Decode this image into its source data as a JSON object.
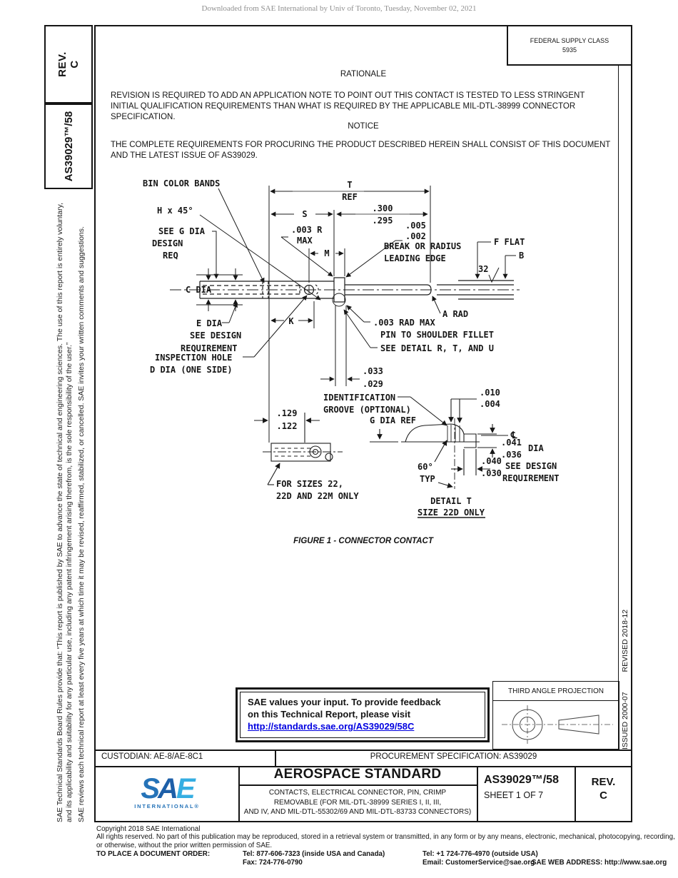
{
  "watermark": "Downloaded from SAE International by Univ of Toronto, Tuesday, November 02, 2021",
  "sidebar": {
    "rev_label": "REV.",
    "rev_value": "C",
    "doc_number": "AS39029™/58",
    "disclaimer_p1": "SAE Technical Standards Board Rules provide that: “This report is published by SAE to advance the state of technical and engineering sciences. The use of this report is entirely voluntary, and its applicability and suitability for any particular use, including any patent infringement arising therefrom, is the sole responsibility of the user.”",
    "disclaimer_p2": "SAE reviews each technical report at least every five years at which time it may be revised, reaffirmed, stabilized, or cancelled. SAE invites your written comments and suggestions."
  },
  "header": {
    "fsc_line1": "FEDERAL SUPPLY CLASS",
    "fsc_line2": "5935"
  },
  "rationale": {
    "title": "RATIONALE",
    "body": "REVISION IS REQUIRED TO ADD AN APPLICATION NOTE TO POINT OUT THIS CONTACT IS TESTED TO LESS STRINGENT INITIAL QUALIFICATION REQUIREMENTS THAN WHAT IS REQUIRED BY THE APPLICABLE MIL-DTL-38999 CONNECTOR SPECIFICATION."
  },
  "notice": {
    "title": "NOTICE",
    "body": "THE COMPLETE REQUIREMENTS FOR PROCURING THE PRODUCT DESCRIBED HEREIN SHALL CONSIST OF THIS DOCUMENT AND THE LATEST ISSUE OF AS39029."
  },
  "figure": {
    "caption": "FIGURE 1 - CONNECTOR CONTACT",
    "labels": {
      "bin": "BIN COLOR BANDS",
      "h45": "H x 45°",
      "seeg1": "SEE G DIA",
      "seeg2": "DESIGN",
      "seeg3": "REQ",
      "cdia": "C DIA",
      "t": "T",
      "ref": "REF",
      "s": "S",
      "d300": ".300",
      "d295": ".295",
      "r003a": ".003 R",
      "r003b": "MAX",
      "m": "M",
      "d005": ".005",
      "d002": ".002",
      "brk1": "BREAK OR RADIUS",
      "brk2": "LEADING EDGE",
      "fflat": "F FLAT",
      "b": "B",
      "n32": "32",
      "arad": "A RAD",
      "edia1": "E DIA",
      "edia2": "SEE DESIGN",
      "edia3": "REQUIREMENT",
      "k": "K",
      "insp1": "INSPECTION HOLE",
      "insp2": "D DIA (ONE SIDE)",
      "rad003a": ".003 RAD MAX",
      "rad003b": "PIN TO SHOULDER FILLET",
      "seedet": "SEE DETAIL R, T, AND U",
      "d033": ".033",
      "d029": ".029",
      "d129": ".129",
      "d122": ".122",
      "forsz1": "FOR SIZES 22,",
      "forsz2": "22D AND 22M ONLY",
      "ident1": "IDENTIFICATION",
      "ident2": "GROOVE (OPTIONAL)",
      "gdiaref": "G DIA REF",
      "d010": ".010",
      "d004": ".004",
      "clsym": "℄",
      "d041": ".041",
      "d036": ".036",
      "dia": "DIA",
      "seedes1": "SEE DESIGN",
      "seedes2": "REQUIREMENT",
      "d040": ".040",
      "d030": ".030",
      "deg60": "60°",
      "typ": "TYP",
      "dett1": "DETAIL T",
      "dett2": "SIZE 22D ONLY"
    }
  },
  "feedback": {
    "line1": "SAE values your input. To provide feedback",
    "line2": "on this Technical Report, please visit",
    "link": "http://standards.sae.org/AS39029/58C"
  },
  "projection": {
    "title": "THIRD ANGLE PROJECTION"
  },
  "revision_history": {
    "issued": "ISSUED 2000-07",
    "revised": "REVISED 2018-12"
  },
  "custodian_row": {
    "custodian": "CUSTODIAN: AE-8/AE-8C1",
    "procurement": "PROCUREMENT SPECIFICATION: AS39029"
  },
  "title_block": {
    "logo_s": "S",
    "logo_a": "A",
    "logo_e": "E",
    "logo_sub": "INTERNATIONAL®",
    "heading": "AEROSPACE STANDARD",
    "desc1": "CONTACTS, ELECTRICAL CONNECTOR, PIN, CRIMP",
    "desc2": "REMOVABLE (FOR MIL-DTL-38999 SERIES I, II, III,",
    "desc3": "AND IV, AND MIL-DTL-55302/69 AND MIL-DTL-83733 CONNECTORS)",
    "doc_number": "AS39029™/58",
    "sheet": "SHEET 1 OF 7",
    "rev_label": "REV.",
    "rev_value": "C"
  },
  "footer": {
    "copyright": "Copyright 2018 SAE International",
    "rights": "All rights reserved. No part of this publication may be reproduced, stored in a retrieval system or transmitted, in any form or by any means, electronic, mechanical, photocopying, recording, or otherwise, without the prior written permission of SAE.",
    "order_label": "TO PLACE A DOCUMENT ORDER:",
    "tel_inside": "Tel: 877-606-7323 (inside USA and Canada)",
    "fax": "Fax: 724-776-0790",
    "tel_outside": "Tel: +1 724-776-4970 (outside USA)",
    "email": "Email: CustomerService@sae.org",
    "web": "SAE WEB ADDRESS: http://www.sae.org"
  },
  "colors": {
    "link_blue": "#0000e0",
    "logo_dark": "#1d5fa8",
    "logo_light": "#35aee2",
    "line": "#151515"
  }
}
